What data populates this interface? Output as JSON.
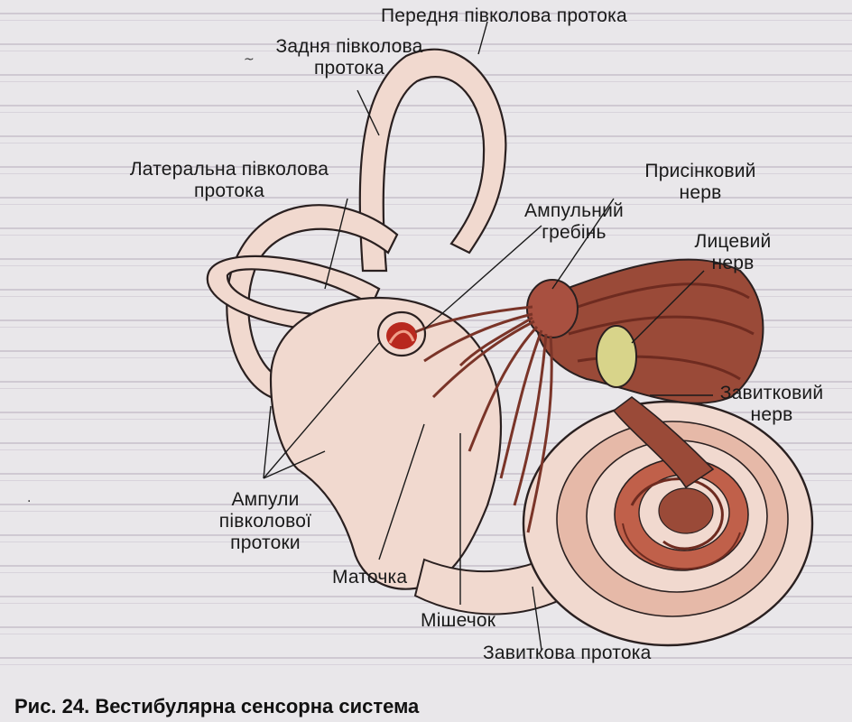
{
  "figure": {
    "caption": "Рис. 24. Вестибулярна сенсорна система",
    "labels": {
      "anterior_canal": "Передня півколова протока",
      "posterior_canal_1": "Задня півколова",
      "posterior_canal_2": "протока",
      "lateral_canal_1": "Латеральна півколова",
      "lateral_canal_2": "протока",
      "vestibular_nerve_1": "Присінковий",
      "vestibular_nerve_2": "нерв",
      "ampullary_crest_1": "Ампульний",
      "ampullary_crest_2": "гребінь",
      "facial_nerve_1": "Лицевий",
      "facial_nerve_2": "нерв",
      "cochlear_nerve_1": "Завитковий",
      "cochlear_nerve_2": "нерв",
      "ampullae_1": "Ампули",
      "ampullae_2": "півколової",
      "ampullae_3": "протоки",
      "utricle": "Маточка",
      "saccule": "Мішечок",
      "cochlear_duct": "Завиткова протока"
    }
  },
  "colors": {
    "labyrinth_fill": "#f1d9cf",
    "outline": "#2a2020",
    "nerve": "#9a4a38",
    "nerve_dark": "#6e2b20",
    "cochlea_inner": "#c0604a",
    "facial_nerve_cut": "#d8d48a",
    "background": "#e9e7ea"
  }
}
